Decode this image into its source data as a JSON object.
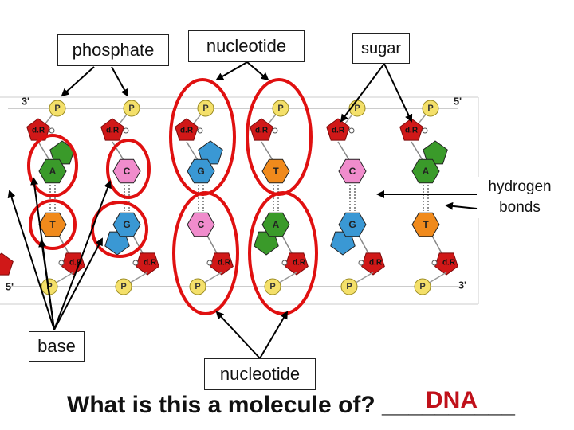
{
  "labels": {
    "phosphate": "phosphate",
    "nucleotide_top": "nucleotide",
    "sugar": "sugar",
    "hydrogen_bonds_line1": "hydrogen",
    "hydrogen_bonds_line2": "bonds",
    "base": "base",
    "nucleotide_bottom": "nucleotide"
  },
  "strand_ends": {
    "top_left": "3'",
    "top_right": "5'",
    "bottom_left": "5'",
    "bottom_right": "3'"
  },
  "phosphate_symbol": "P",
  "sugar_top_label": "d.R",
  "sugar_bottom_label": "d.R",
  "base_pairs": [
    {
      "top": "A",
      "bottom": "T"
    },
    {
      "top": "C",
      "bottom": "G"
    },
    {
      "top": "G",
      "bottom": "C"
    },
    {
      "top": "T",
      "bottom": "A"
    },
    {
      "top": "C",
      "bottom": "G"
    },
    {
      "top": "A",
      "bottom": "T"
    }
  ],
  "base_colors": {
    "A": "#3a9a2a",
    "T": "#f08a1c",
    "C": "#f08ccc",
    "G": "#3a98d4"
  },
  "colors": {
    "sugar": "#d01818",
    "phosphate": "#f4e06a",
    "highlight_ring": "#e01010",
    "answer": "#c0111a"
  },
  "question": {
    "text": "What is this a molecule of? __________",
    "answer": "DNA"
  }
}
